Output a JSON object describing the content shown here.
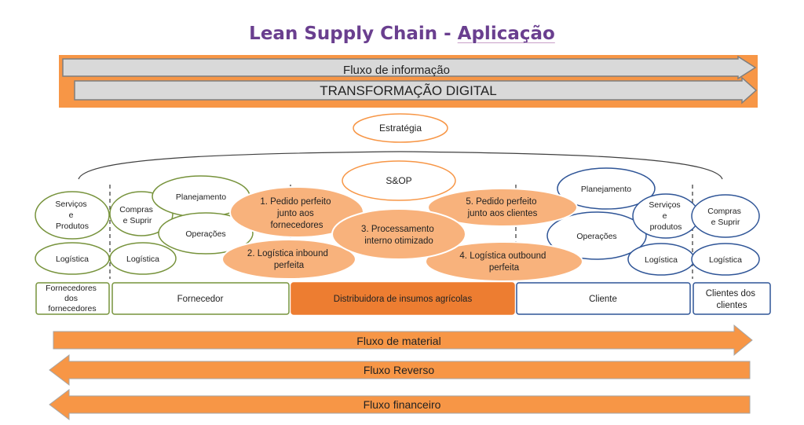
{
  "title": {
    "main": "Lean Supply Chain - ",
    "highlight": "Aplicação"
  },
  "top_banner": {
    "info_flow_label": "Fluxo de informação",
    "digital_label": "TRANSFORMAÇÃO DIGITAL"
  },
  "center": {
    "strategy": "Estratégia",
    "sop": "S&OP"
  },
  "supplier_side": {
    "services_products": [
      "Serviços",
      "e",
      "Produtos"
    ],
    "logistics_left": "Logística",
    "purchasing": [
      "Compras",
      "e Suprir"
    ],
    "logistics": "Logística",
    "planning": "Planejamento",
    "operations": "Operações"
  },
  "customer_side": {
    "planning": "Planejamento",
    "operations": "Operações",
    "services_products": [
      "Serviços",
      "e",
      "produtos"
    ],
    "logistics": "Logística",
    "purchasing": [
      "Compras",
      "e Suprir"
    ],
    "logistics_right": "Logística"
  },
  "processes": {
    "p1": [
      "1. Pedido perfeito",
      "junto aos",
      "fornecedores"
    ],
    "p2": [
      "2. Logística inbound",
      "perfeita"
    ],
    "p3": [
      "3. Processamento",
      "interno otimizado"
    ],
    "p4": [
      "4. Logística outbound",
      "perfeita"
    ],
    "p5": [
      "5. Pedido perfeito",
      "junto aos clientes"
    ]
  },
  "actors": {
    "suppliers_of_suppliers": [
      "Fornecedores",
      "dos",
      "fornecedores"
    ],
    "supplier": "Fornecedor",
    "distributor": "Distribuidora de insumos agrícolas",
    "customer": "Cliente",
    "customers_of_customers": [
      "Clientes dos",
      "clientes"
    ]
  },
  "flows": {
    "material": "Fluxo de material",
    "reverse": "Fluxo Reverso",
    "financial": "Fluxo financeiro"
  },
  "colors": {
    "orange": "#f79646",
    "orange_light": "#f8b27c",
    "green": "#77933c",
    "blue": "#2f5597",
    "purple": "#6a3f8f"
  }
}
